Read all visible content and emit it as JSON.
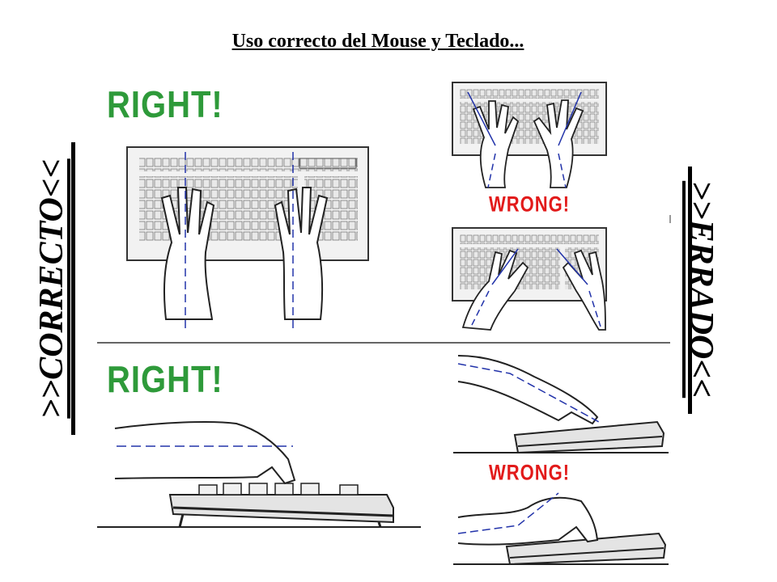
{
  "title": "Uso correcto del Mouse y Teclado...",
  "left_label": ">>CORRECTO<<",
  "right_label": ">>ERRADO<<",
  "callouts": {
    "right_top": "RIGHT!",
    "right_bottom": "RIGHT!",
    "wrong_top": "WRONG!",
    "wrong_bottom": "WRONG!"
  },
  "colors": {
    "right": "#2e9a3a",
    "wrong": "#e21a1a",
    "guide": "#2233aa"
  }
}
